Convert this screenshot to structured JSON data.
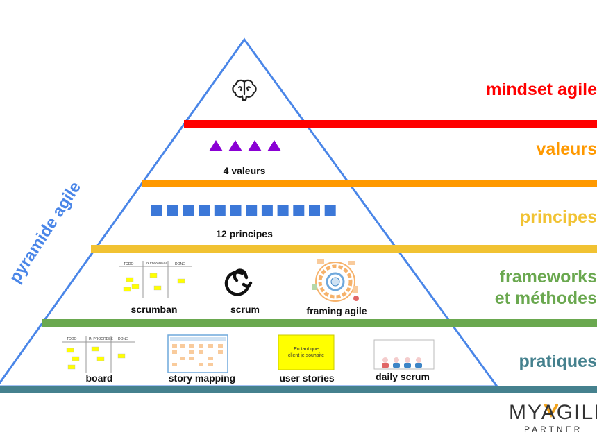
{
  "pyramid_title": "pyramide agile",
  "layers": [
    {
      "label": "mindset agile",
      "color": "#ff0000"
    },
    {
      "label": "valeurs",
      "color": "#ff9900"
    },
    {
      "label": "principes",
      "color": "#f1c232"
    },
    {
      "label": "frameworks\net méthodes",
      "color": "#6aa84f"
    },
    {
      "label": "pratiques",
      "color": "#45818e"
    }
  ],
  "colors": {
    "triangle": "#4a86e8",
    "triangles": "#8a00d4",
    "squares": "#3c78d8",
    "sticky": "#ffff00"
  },
  "icons": {
    "mindset": "brain-icon",
    "scrum": "scrum-cycle-icon"
  },
  "values": {
    "count": 4,
    "caption": "4 valeurs"
  },
  "principles": {
    "count": 12,
    "caption": "12 principes"
  },
  "frameworks": [
    {
      "caption": "scrumban"
    },
    {
      "caption": "scrum"
    },
    {
      "caption": "framing agile"
    }
  ],
  "board_columns": [
    "TODO",
    "IN PROGRESS",
    "DONE"
  ],
  "practices": [
    {
      "caption": "board"
    },
    {
      "caption": "story mapping"
    },
    {
      "caption": "user stories",
      "card_text": "En tant que client je souhaite"
    },
    {
      "caption": "daily scrum"
    }
  ],
  "logo": {
    "main": "MYAGILE",
    "sub": "PARTNER"
  }
}
